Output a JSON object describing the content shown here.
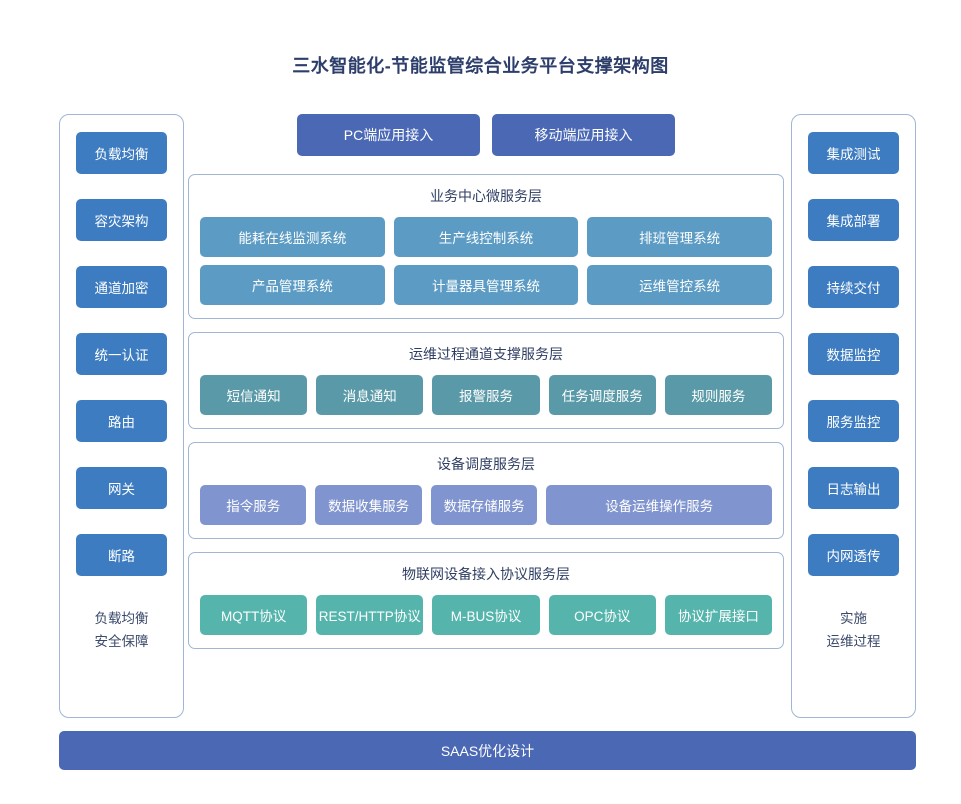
{
  "title": "三水智能化-节能监管综合业务平台支撑架构图",
  "colors": {
    "title_text": "#2d3e6b",
    "sidebar_button": "#3d7cc0",
    "access_button": "#4a68b4",
    "business_node": "#5b9bc4",
    "ops_node": "#5a9aa8",
    "device_node": "#8094cf",
    "iot_node": "#55b5ac",
    "panel_border": "#9fb6d4",
    "saas_bar": "#4a68b4",
    "background": "#ffffff"
  },
  "left_column": {
    "items": [
      {
        "label": "负载均衡"
      },
      {
        "label": "容灾架构"
      },
      {
        "label": "通道加密"
      },
      {
        "label": "统一认证"
      },
      {
        "label": "路由"
      },
      {
        "label": "网关"
      },
      {
        "label": "断路"
      }
    ],
    "footer_line1": "负载均衡",
    "footer_line2": "安全保障"
  },
  "right_column": {
    "items": [
      {
        "label": "集成测试"
      },
      {
        "label": "集成部署"
      },
      {
        "label": "持续交付"
      },
      {
        "label": "数据监控"
      },
      {
        "label": "服务监控"
      },
      {
        "label": "日志输出"
      },
      {
        "label": "内网透传"
      }
    ],
    "footer_line1": "实施",
    "footer_line2": "运维过程"
  },
  "access_row": {
    "items": [
      {
        "label": "PC端应用接入"
      },
      {
        "label": "移动端应用接入"
      }
    ]
  },
  "layers": [
    {
      "key": "business",
      "title": "业务中心微服务层",
      "rows": [
        [
          {
            "label": "能耗在线监测系统"
          },
          {
            "label": "生产线控制系统"
          },
          {
            "label": "排班管理系统"
          }
        ],
        [
          {
            "label": "产品管理系统"
          },
          {
            "label": "计量器具管理系统"
          },
          {
            "label": "运维管控系统"
          }
        ]
      ]
    },
    {
      "key": "ops",
      "title": "运维过程通道支撑服务层",
      "rows": [
        [
          {
            "label": "短信通知"
          },
          {
            "label": "消息通知"
          },
          {
            "label": "报警服务"
          },
          {
            "label": "任务调度服务"
          },
          {
            "label": "规则服务"
          }
        ]
      ]
    },
    {
      "key": "device",
      "title": "设备调度服务层",
      "rows": [
        [
          {
            "label": "指令服务"
          },
          {
            "label": "数据收集服务"
          },
          {
            "label": "数据存储服务"
          },
          {
            "label": "设备运维操作服务",
            "wide": true
          }
        ]
      ]
    },
    {
      "key": "iot",
      "title": "物联网设备接入协议服务层",
      "rows": [
        [
          {
            "label": "MQTT协议"
          },
          {
            "label": "REST/HTTP协议"
          },
          {
            "label": "M-BUS协议"
          },
          {
            "label": "OPC协议"
          },
          {
            "label": "协议扩展接口"
          }
        ]
      ]
    }
  ],
  "saas_bar": {
    "label": "SAAS优化设计"
  }
}
